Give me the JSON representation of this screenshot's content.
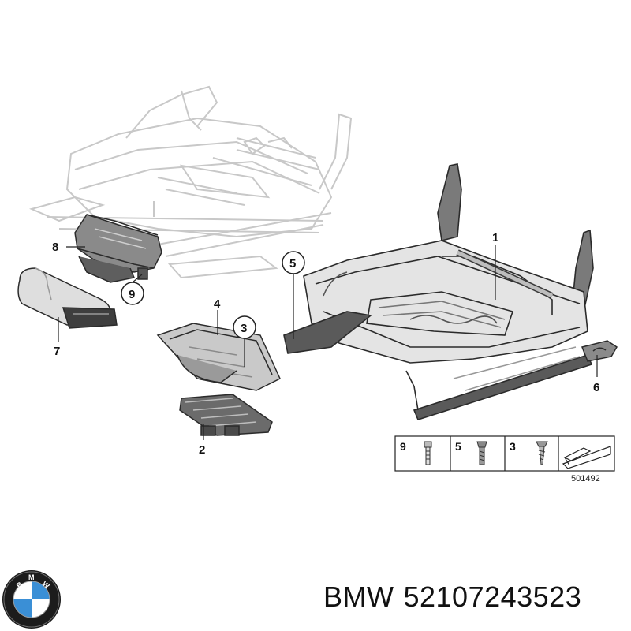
{
  "callouts": {
    "c1": "1",
    "c2": "2",
    "c3": "3",
    "c4": "4",
    "c5": "5",
    "c6": "6",
    "c7": "7",
    "c8": "8",
    "c9": "9"
  },
  "fastener_legend": {
    "labels": [
      "9",
      "5",
      "3"
    ],
    "code": "501492"
  },
  "brand": {
    "name": "BMW",
    "part_number": "52107243523",
    "logo_letters": "BMW"
  },
  "colors": {
    "line": "#2b2b2b",
    "ghost": "#c8c8c8",
    "part_fill": "#e9e9e9",
    "dark_fill": "#6f6f6f",
    "logo_blue": "#3a8fd6"
  }
}
